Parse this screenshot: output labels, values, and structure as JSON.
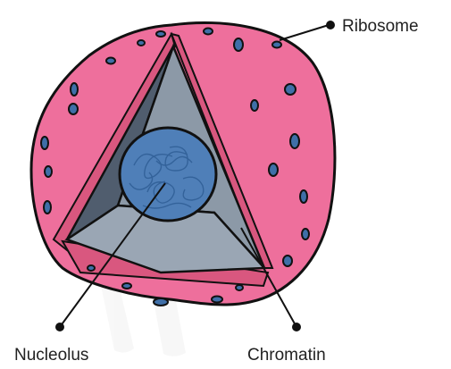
{
  "labels": {
    "ribosome": "Ribosome",
    "nucleolus": "Nucleolus",
    "chromatin": "Chromatin"
  },
  "colors": {
    "membrane": "#ee6f9c",
    "membrane_dark": "#d9577f",
    "inner_wall_left": "#505d6e",
    "inner_wall_right": "#8c99a7",
    "inner_floor": "#9aa6b4",
    "nucleus": "#4f7fb8",
    "nucleus_dark": "#2f5e95",
    "pore": "#3f6fa8",
    "line": "#111111"
  }
}
